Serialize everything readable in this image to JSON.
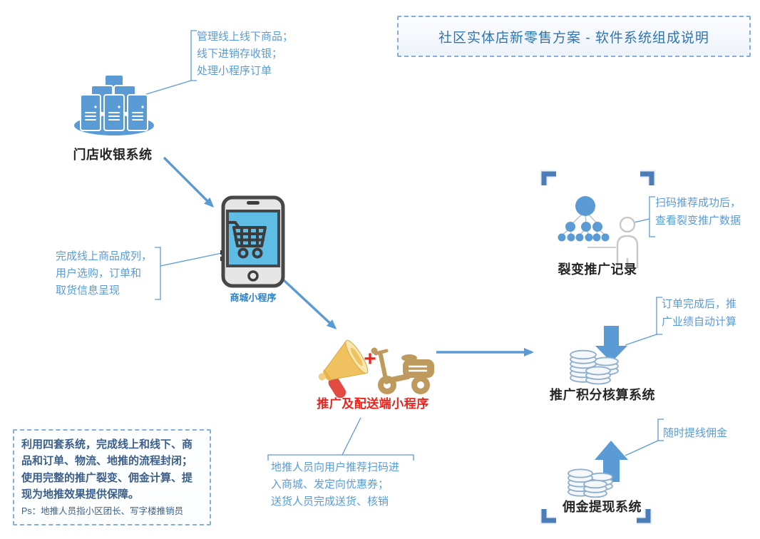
{
  "title": "社区实体店新零售方案 - 软件系统组成说明",
  "nodes": {
    "pos_system": {
      "label": "门店收银系统"
    },
    "mall_miniapp": {
      "label": "商城小程序"
    },
    "promo_delivery": {
      "label": "推广及配送端小程序",
      "plus": "+"
    },
    "fission_record": {
      "label": "裂变推广记录"
    },
    "points_system": {
      "label": "推广积分核算系统"
    },
    "commission_system": {
      "label": "佣金提现系统"
    }
  },
  "annotations": {
    "pos": {
      "lines": [
        "管理线上线下商品；",
        "线下进销存收银；",
        "处理小程序订单"
      ]
    },
    "mall": {
      "lines": [
        "完成线上商品成列，",
        "用户选购，订单和",
        "取货信息呈现"
      ]
    },
    "fission": {
      "lines": [
        "扫码推荐成功后，",
        "查看裂变推广数据"
      ]
    },
    "points": {
      "lines": [
        "订单完成后，推",
        "广业绩自动计算"
      ]
    },
    "commission": {
      "lines": [
        "随时提线佣金"
      ]
    },
    "ground_promo": {
      "lines": [
        "地推人员向用户推荐扫码进",
        "入商城、发定向优惠券；",
        "送货人员完成送货、核销"
      ]
    }
  },
  "note_box": {
    "body": "利用四套系统，完成线上和线下、商品和订单、物流、地推的流程封闭；使用完整的推广裂变、佣金计算、提现为地推效果提供保障。",
    "ps": "Ps：地推人员指小区团长、写字楼推销员"
  },
  "icons": [
    "server-cluster-icon",
    "smartphone-cart-icon",
    "megaphone-icon",
    "scooter-icon",
    "fission-tree-icon",
    "person-icon",
    "coins-down-arrow-icon",
    "coins-up-arrow-icon",
    "corner-bracket-frame"
  ],
  "colors": {
    "accent_blue": "#5B9BD5",
    "title_blue": "#2E74B5",
    "label_dark": "#262626",
    "red_label": "#E8251E",
    "megaphone_gold": "#EFC25F",
    "scooter_tan": "#BE9A5E",
    "note_text": "#3A5F8C",
    "frame_corner_blue": "#4B7DB9",
    "coin_outline": "#8FAECB",
    "person_gray": "#C9C9C9",
    "phone_screen_blue": "#5FBCE4"
  }
}
